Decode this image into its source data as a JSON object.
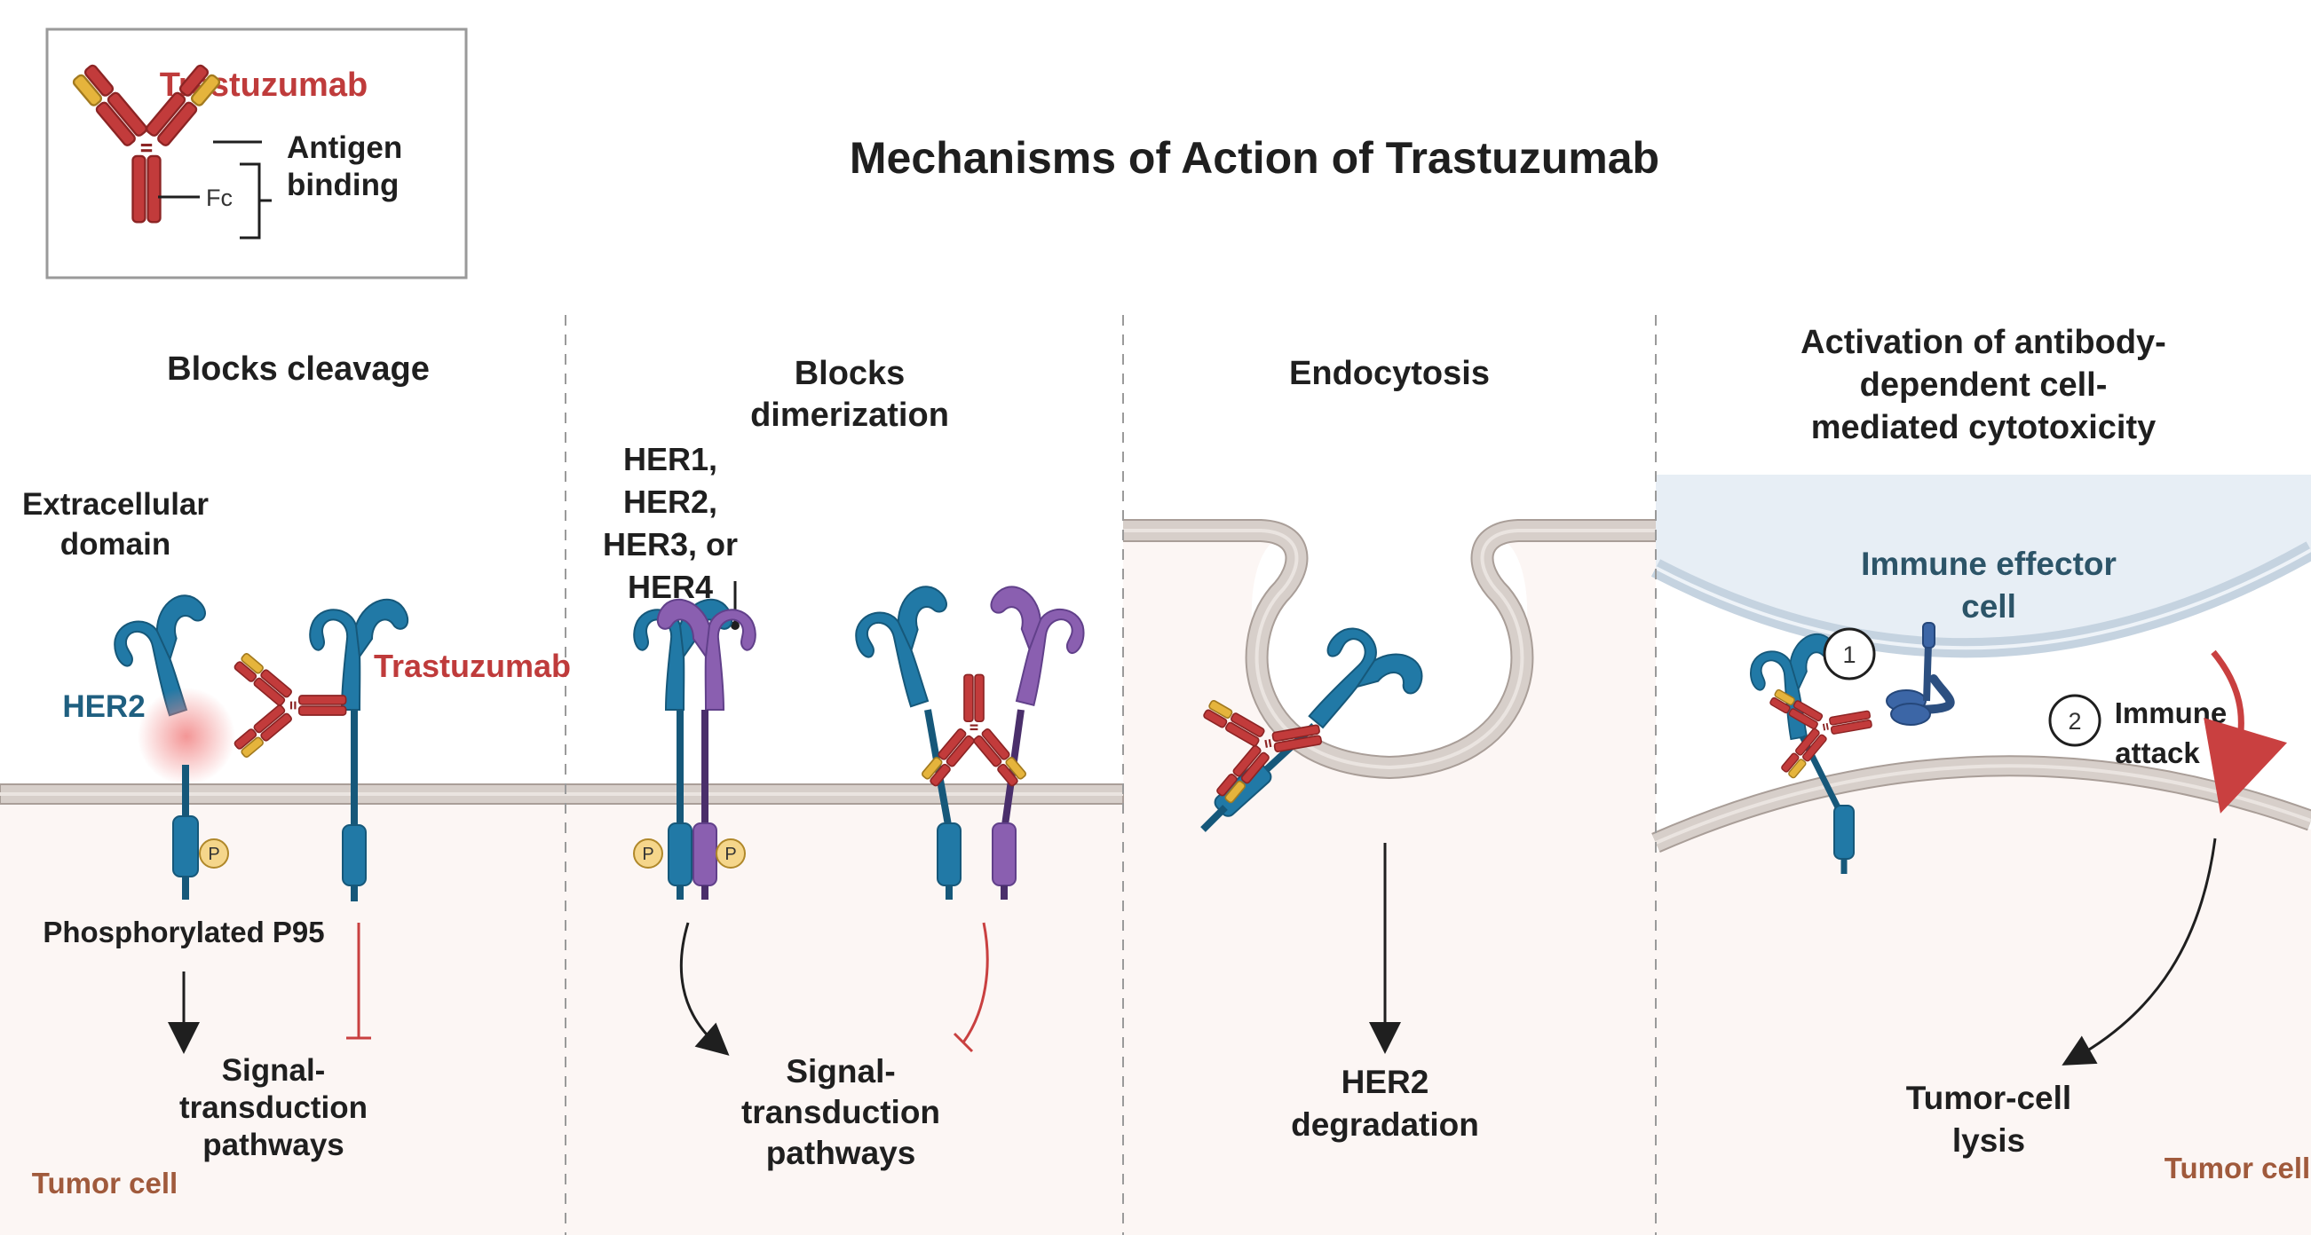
{
  "title": "Mechanisms of Action of Trastuzumab",
  "legend": {
    "name": "Trastuzumab",
    "antigen_line1": "Antigen",
    "antigen_line2": "binding",
    "fc": "Fc"
  },
  "panel1": {
    "heading": "Blocks cleavage",
    "ecd_line1": "Extracellular",
    "ecd_line2": "domain",
    "her2": "HER2",
    "trastuzumab": "Trastuzumab",
    "p_badge": "P",
    "phospho": "Phosphorylated P95",
    "sig_line1": "Signal-",
    "sig_line2": "transduction",
    "sig_line3": "pathways",
    "tumor": "Tumor cell"
  },
  "panel2": {
    "heading_line1": "Blocks",
    "heading_line2": "dimerization",
    "her_line1": "HER1,",
    "her_line2": "HER2,",
    "her_line3": "HER3, or",
    "her_line4": "HER4",
    "p_badge": "P",
    "sig_line1": "Signal-",
    "sig_line2": "transduction",
    "sig_line3": "pathways"
  },
  "panel3": {
    "heading": "Endocytosis",
    "out_line1": "HER2",
    "out_line2": "degradation"
  },
  "panel4": {
    "heading_line1": "Activation of antibody-",
    "heading_line2": "dependent cell-",
    "heading_line3": "mediated cytotoxicity",
    "immune_line1": "Immune effector",
    "immune_line2": "cell",
    "step1": "1",
    "step2": "2",
    "attack_line1": "Immune",
    "attack_line2": "attack",
    "lysis_line1": "Tumor-cell",
    "lysis_line2": "lysis",
    "tumor": "Tumor cell"
  },
  "colors": {
    "her2_blue": "#2179a6",
    "her_purple": "#8a5fb0",
    "antibody_red": "#c23b3b",
    "antibody_yellow": "#e5b43c",
    "inhibit_red": "#c94040",
    "cytoplasm": "#fcf6f4",
    "immune_cell": "#e7eef5",
    "membrane": "#d7cfca"
  },
  "icons": [
    "her2-receptor-icon",
    "her-purple-receptor-icon",
    "antibody-icon",
    "phosphate-badge-icon",
    "effector-receptor-icon"
  ]
}
